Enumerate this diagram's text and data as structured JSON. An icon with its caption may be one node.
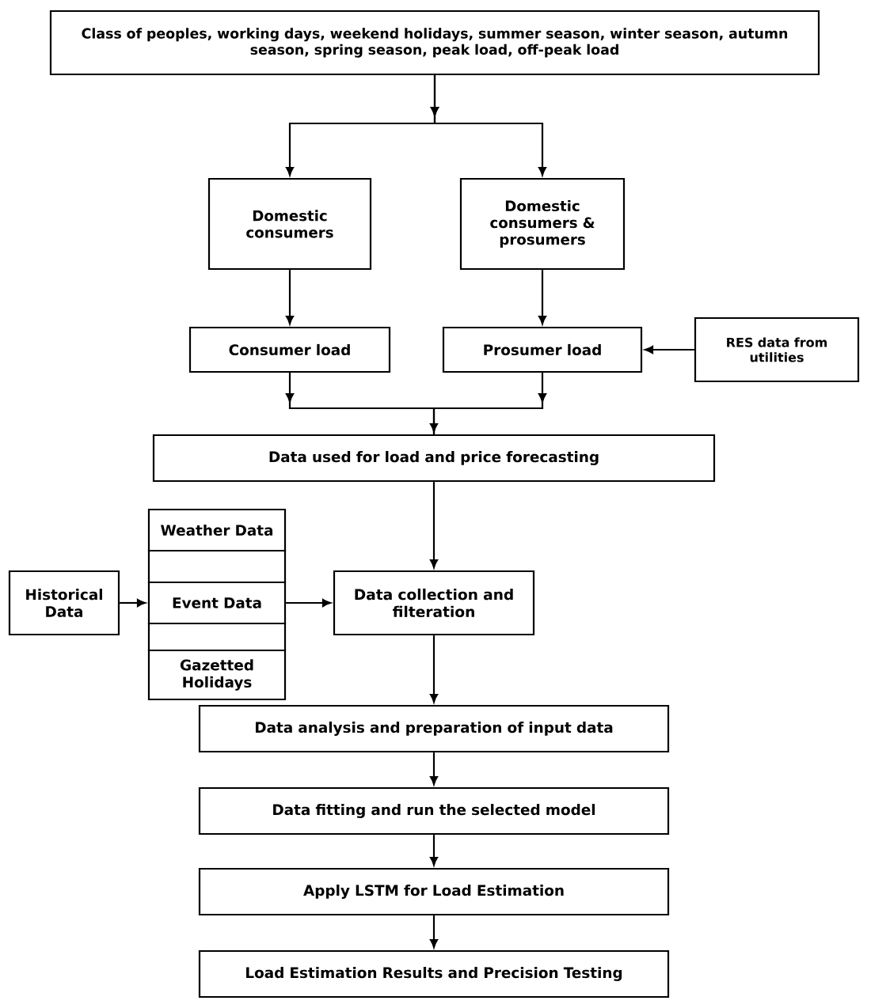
{
  "diagram": {
    "nodes": [
      {
        "text": [
          "Class of peoples, working days, weekend holidays, summer season, winter season, autumn season, spring season, peak load, off-peak load"
        ]
      },
      {
        "text": [
          "Domestic consumers"
        ]
      },
      {
        "text": [
          "Domestic consumers & prosumers"
        ]
      },
      {
        "text": [
          "Consumer load"
        ]
      },
      {
        "text": [
          "Prosumer load"
        ]
      },
      {
        "text": [
          "RES data from utilities"
        ]
      },
      {
        "text": [
          "Data used for load and price forecasting"
        ]
      },
      {
        "text": [
          "Historical Data"
        ]
      },
      {
        "text": [
          "Weather Data"
        ]
      },
      {
        "text": [],
        "shape": "box"
      },
      {
        "text": [
          "Event Data"
        ]
      },
      {
        "text": [],
        "shape": "box"
      },
      {
        "text": [
          "Gazetted Holidays"
        ]
      },
      {
        "text": [
          "Data collection and filteration"
        ]
      },
      {
        "text": [
          "Data analysis and preparation of input data"
        ]
      },
      {
        "text": [
          "Data fitting and run the selected model"
        ]
      },
      {
        "text": [
          "Apply LSTM for Load Estimation"
        ]
      },
      {
        "text": [
          "Load Estimation Results and Precision Testing"
        ]
      }
    ],
    "edges": [
      {
        "from": 0,
        "to": 1,
        "arrow": "to"
      },
      {
        "from": 0,
        "to": 2,
        "arrow": "to"
      },
      {
        "from": 1,
        "to": 3,
        "arrow": "to"
      },
      {
        "from": 2,
        "to": 4,
        "arrow": "to"
      },
      {
        "from": 5,
        "to": 4,
        "arrow": "to"
      },
      {
        "from": 3,
        "to": 6,
        "arrow": "to"
      },
      {
        "from": 4,
        "to": 6,
        "arrow": "to"
      },
      {
        "from": 6,
        "to": 13,
        "arrow": "to"
      },
      {
        "from": 7,
        "to": 10,
        "arrow": "to"
      },
      {
        "from": 10,
        "to": 13,
        "arrow": "to"
      },
      {
        "from": 13,
        "to": 14,
        "arrow": "to"
      },
      {
        "from": 14,
        "to": 15,
        "arrow": "to"
      },
      {
        "from": 15,
        "to": 16,
        "arrow": "to"
      },
      {
        "from": 16,
        "to": 17,
        "arrow": "to"
      }
    ]
  }
}
